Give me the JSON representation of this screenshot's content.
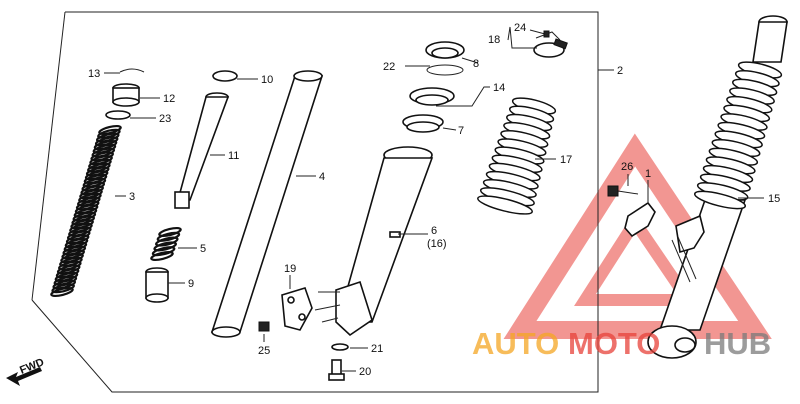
{
  "labels": {
    "p1": "1",
    "p2": "2",
    "p3": "3",
    "p4": "4",
    "p5": "5",
    "p6": "6",
    "p6alt": "(16)",
    "p7": "7",
    "p8": "8",
    "p9": "9",
    "p10": "10",
    "p11": "11",
    "p12": "12",
    "p13": "13",
    "p14": "14",
    "p15": "15",
    "p17": "17",
    "p18": "18",
    "p19": "19",
    "p20": "20",
    "p21": "21",
    "p22": "22",
    "p23": "23",
    "p24": "24",
    "p25": "25",
    "p26": "26"
  },
  "fwd_label": "FWD",
  "watermark": {
    "part1": "AUTO",
    "part2": "MOTO",
    "part3": "HUB"
  },
  "colors": {
    "watermark_orange": "#F5A623",
    "watermark_red": "#E8423A",
    "watermark_gray": "#7B7B7B"
  }
}
